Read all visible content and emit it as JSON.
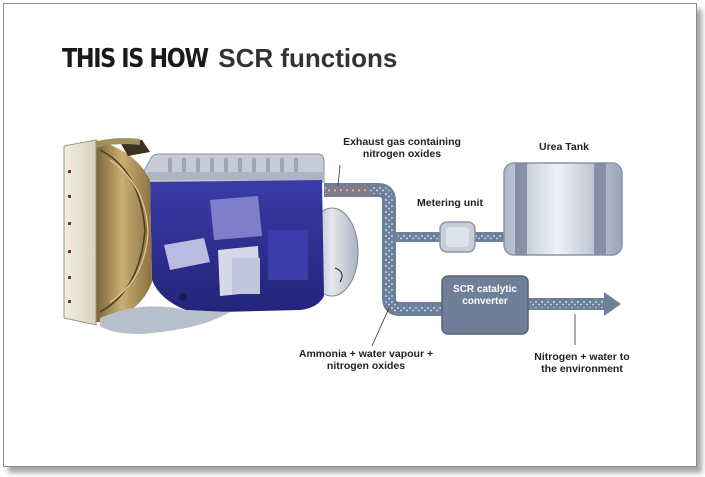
{
  "title": {
    "bold": "THIS IS HOW",
    "rest": "SCR functions"
  },
  "labels": {
    "exhaust": "Exhaust gas containing nitrogen oxides",
    "metering": "Metering unit",
    "urea": "Urea Tank",
    "converter": "SCR catalytic converter",
    "ammonia": "Ammonia + water vapour + nitrogen oxides",
    "nitrogen": "Nitrogen + water to the environment"
  },
  "colors": {
    "engine_blue": "#2e2f92",
    "pipe_grey": "#6f7f98",
    "component_grey": "#c8ced8",
    "exhaust_red": "#d8463a",
    "flow_dots": "#8fc4e8"
  }
}
